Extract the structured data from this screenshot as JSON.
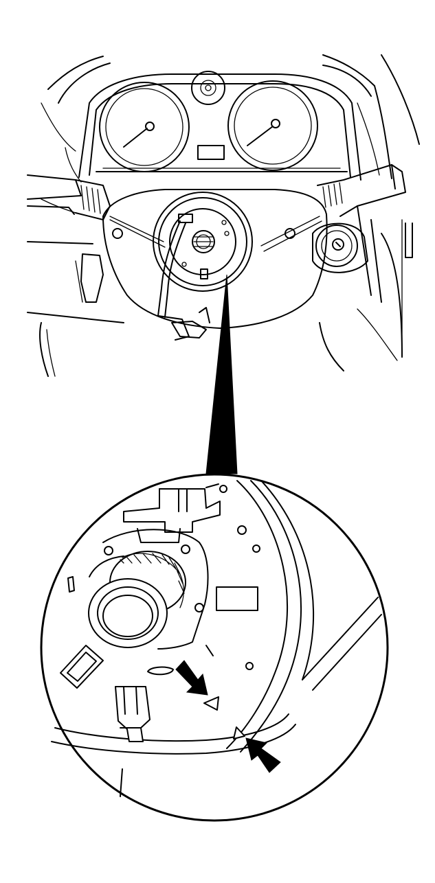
{
  "figure": {
    "background_color": "#ffffff",
    "line_color": "#000000",
    "views": [
      "overview-dashboard-steering-column",
      "detail-clock-spring-alignment"
    ],
    "callout_markers": [
      "arrow-upper",
      "arrow-lower"
    ],
    "alignment_marks": [
      "triangle-mark-rotor",
      "triangle-mark-housing"
    ]
  }
}
